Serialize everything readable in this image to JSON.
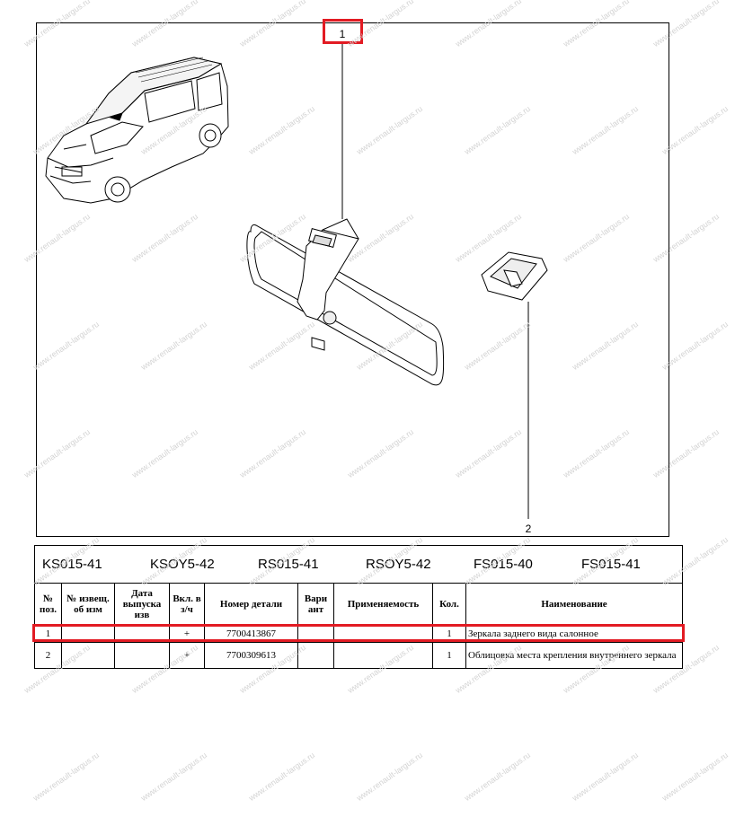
{
  "diagram": {
    "callout_1": "1",
    "callout_2": "2"
  },
  "models": [
    "KS015-41",
    "KSOY5-42",
    "RS015-41",
    "RSOY5-42",
    "FS015-40",
    "FS015-41"
  ],
  "table": {
    "headers": {
      "pos": "№ поз.",
      "notice": "№ извещ. об изм",
      "date": "Дата выпуска изв",
      "incl": "Вкл. в з/ч",
      "part_number": "Номер детали",
      "variant": "Вари ант",
      "applicability": "Применяемость",
      "qty": "Кол.",
      "name": "Наименование"
    },
    "rows": [
      {
        "pos": "1",
        "notice": "",
        "date": "",
        "incl": "+",
        "part_number": "7700413867",
        "variant": "",
        "applicability": "",
        "qty": "1",
        "name": "Зеркала заднего вида салонное"
      },
      {
        "pos": "2",
        "notice": "",
        "date": "",
        "incl": "+",
        "part_number": "7700309613",
        "variant": "",
        "applicability": "",
        "qty": "1",
        "name": "Облицовка места крепления внутреннего зеркала"
      }
    ]
  },
  "watermark": "www.renault-largus.ru",
  "colors": {
    "highlight": "#e21b23",
    "watermark": "#d3d3d3"
  }
}
